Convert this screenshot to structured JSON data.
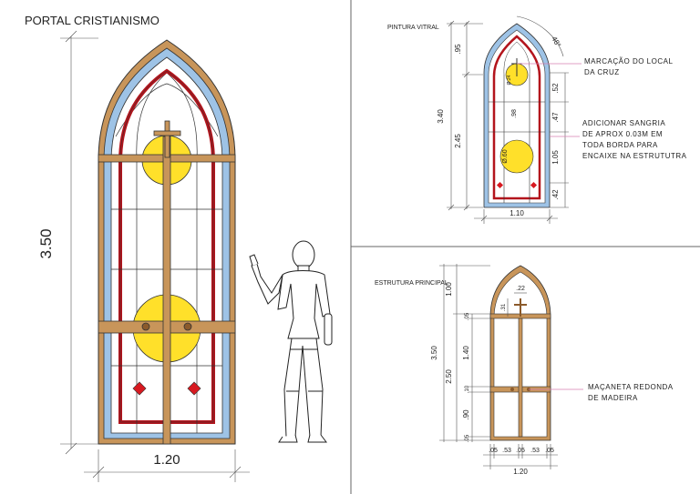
{
  "page_title": "PORTAL CRISTIANISMO",
  "main_view": {
    "height_label": "3.50",
    "width_label": "1.20"
  },
  "stained_glass": {
    "title": "PINTURA VITRAL",
    "angle_label": "48°",
    "total_height": "3.40",
    "top_height": ".95",
    "lower_height": "2.45",
    "width": "1.10",
    "r1": ".52",
    "r2": ".47",
    "r3": "1.05",
    "r4": ".42",
    "cross_dim": ".98",
    "circle_small_label": "Ø.24",
    "circle_large_label": "Ø.60",
    "note_cross": [
      "MARCAÇÃO DO LOCAL",
      "DA CRUZ"
    ],
    "note_bleed": [
      "ADICIONAR SANGRIA",
      "DE APROX 0.03M EM",
      "TODA BORDA PARA",
      "ENCAIXE NA ESTRUTUTRA"
    ]
  },
  "structure": {
    "title": "ESTRUTURA PRINCIPAL",
    "total_height": "3.50",
    "top_height": "1.00",
    "lower_height": "2.50",
    "seg_05a": ".05",
    "seg_140": "1.40",
    "seg_10": ".10",
    "seg_90": ".90",
    "seg_05b": ".05",
    "cross_w": ".22",
    "cross_h": ".31",
    "bottom_dims": [
      ".05",
      ".53",
      ".05",
      ".53",
      ".05"
    ],
    "width": "1.20",
    "note_handle": [
      "MAÇANETA REDONDA",
      "DE MADEIRA"
    ]
  },
  "colors": {
    "wood": "#c8955a",
    "blue": "#9ec3e6",
    "red": "#b3141c",
    "yellow": "#ffe02a",
    "pink_line": "#d67fb0"
  }
}
